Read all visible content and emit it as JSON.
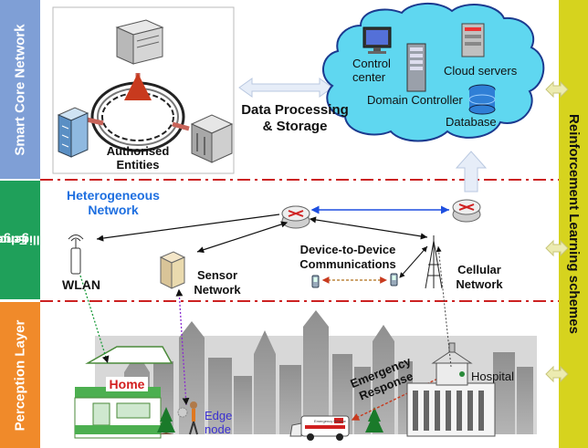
{
  "layers": {
    "core": "Smart Core Network",
    "edge_line1": "Edge",
    "edge_line2": "Intelligence",
    "perception": "Perception Layer",
    "right": "Reinforcement Learning schemes"
  },
  "core": {
    "authorised_line1": "Authorised",
    "authorised_line2": "Entities",
    "data_processing_line1": "Data Processing",
    "data_processing_line2": "& Storage",
    "cloud": {
      "control_center_line1": "Control",
      "control_center_line2": "center",
      "domain_controller": "Domain Controller",
      "cloud_servers": "Cloud servers",
      "database": "Database"
    }
  },
  "edge": {
    "heterogeneous_line1": "Heterogeneous",
    "heterogeneous_line2": "Network",
    "wlan": "WLAN",
    "sensor_line1": "Sensor",
    "sensor_line2": "Network",
    "d2d_line1": "Device-to-Device",
    "d2d_line2": "Communications",
    "cellular_line1": "Cellular",
    "cellular_line2": "Network"
  },
  "perception": {
    "home": "Home",
    "edge_node_line1": "Edge",
    "edge_node_line2": "node",
    "emergency_line1": "Emergency",
    "emergency_line2": "Response",
    "hospital": "Hospital",
    "ambulance_sign": "Emergency Rescue"
  },
  "colors": {
    "core_band": "#7f9fd6",
    "edge_band": "#1fa05a",
    "perception_band": "#f08a2a",
    "right_band": "#d6d31e",
    "divider": "#cc2222",
    "cloud": "#5fd7f0",
    "heterogeneous_text": "#1e6fe0",
    "edge_node_text": "#3a2fd0",
    "home_text": "#d21e1e"
  }
}
